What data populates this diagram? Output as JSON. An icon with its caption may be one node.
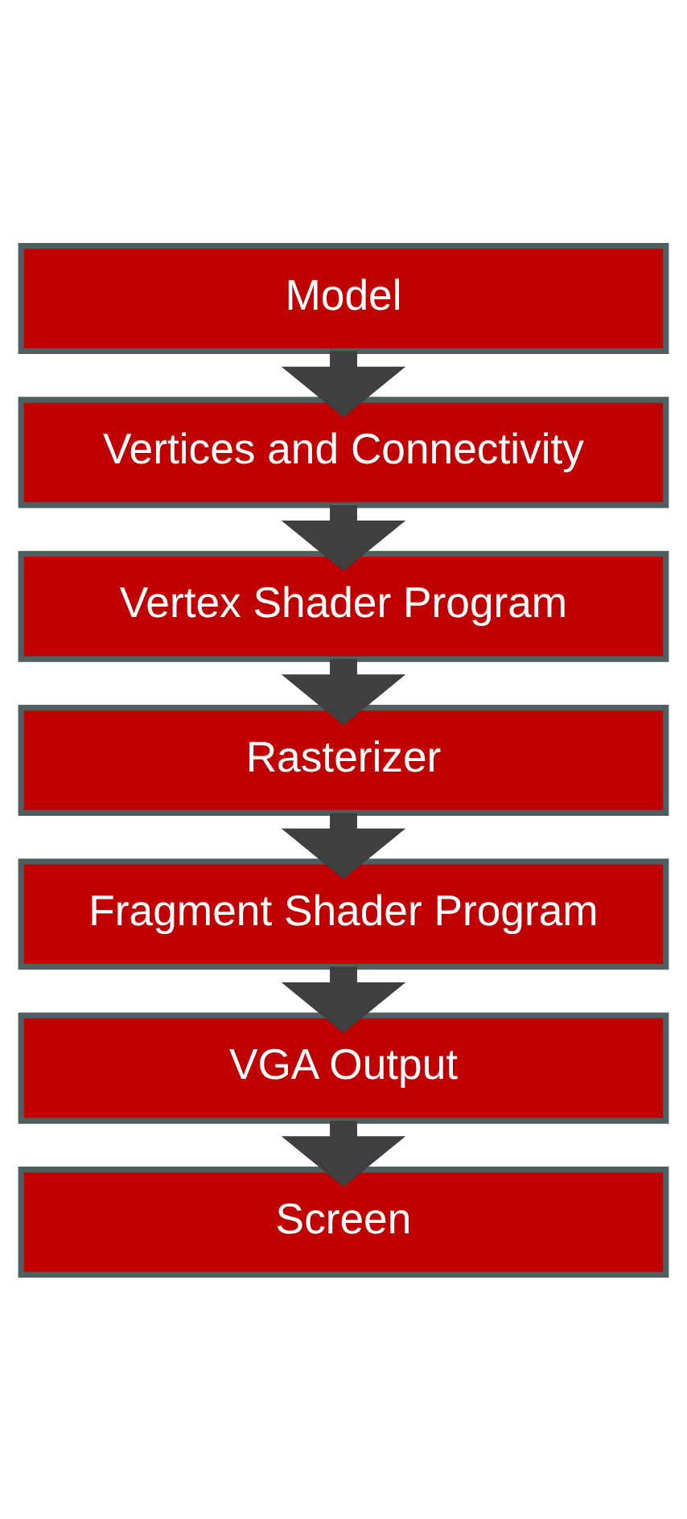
{
  "diagram": {
    "nodes": [
      {
        "text": [
          "Model"
        ]
      },
      {
        "text": [
          "Vertices and Connectivity"
        ]
      },
      {
        "text": [
          "Vertex Shader Program"
        ]
      },
      {
        "text": [
          "Rasterizer"
        ]
      },
      {
        "text": [
          "Fragment Shader Program"
        ]
      },
      {
        "text": [
          "VGA Output"
        ]
      },
      {
        "text": [
          "Screen"
        ]
      }
    ],
    "edges": [
      {
        "from": 0,
        "to": 1,
        "arrow": "to"
      },
      {
        "from": 1,
        "to": 2,
        "arrow": "to"
      },
      {
        "from": 2,
        "to": 3,
        "arrow": "to"
      },
      {
        "from": 3,
        "to": 4,
        "arrow": "to"
      },
      {
        "from": 4,
        "to": 5,
        "arrow": "to"
      },
      {
        "from": 5,
        "to": 6,
        "arrow": "to"
      }
    ]
  }
}
